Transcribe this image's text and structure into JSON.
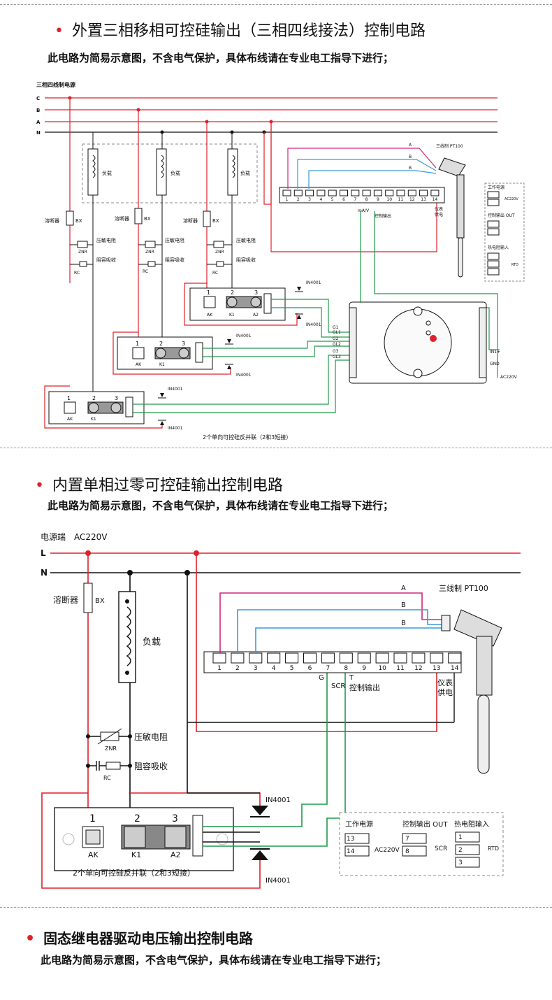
{
  "sections": [
    {
      "title": "外置三相移相可控硅输出（三相四线接法）控制电路",
      "note": "此电路为简易示意图，不含电气保护，具体布线请在专业电工指导下进行；"
    },
    {
      "title": "内置单相过零可控硅输出控制电路",
      "note": "此电路为简易示意图，不含电气保护，具体布线请在专业电工指导下进行；"
    },
    {
      "title": "固态继电器驱动电压输出控制电路",
      "note": "此电路为简易示意图，不含电气保护，具体布线请在专业电工指导下进行；"
    }
  ],
  "d1": {
    "source": "三相四线制电源",
    "lines": [
      "C",
      "B",
      "A",
      "N"
    ],
    "load": "负载",
    "fuse": "溶断器",
    "bx": "BX",
    "varistor": "压敏电阻",
    "znr": "ZNR",
    "rc_absorb": "阻容吸收",
    "rc": "RC",
    "diode": "IN4001",
    "ak": "AK",
    "k1": "K1",
    "a2": "A2",
    "g1": "G1",
    "gl1": "GL1",
    "g2": "G2",
    "gl2": "GL2",
    "g3": "G3",
    "gl3": "GL3",
    "pt100": "三线制 PT100",
    "term_labels": [
      "1",
      "2",
      "3",
      "4",
      "5",
      "6",
      "7",
      "8",
      "9",
      "10",
      "11",
      "12",
      "13",
      "14"
    ],
    "mav": "mA/V",
    "ctrl_out": "控制输出",
    "inst_power": "仪表供电",
    "work_power": "工作电源",
    "ac220": "AC220V",
    "ctrl_out_box": "控制输出 OUT",
    "rtd_in": "热电阻输入",
    "rtd": "RTD",
    "in1": "IN1+",
    "gnd": "GND",
    "caption": "2个单向可控硅反并联（2和3短接）"
  },
  "d2": {
    "source": "电源端　AC220V",
    "lines": [
      "L",
      "N"
    ],
    "fuse": "溶断器",
    "bx": "BX",
    "load": "负载",
    "varistor": "压敏电阻",
    "znr": "ZNR",
    "rc_absorb": "阻容吸收",
    "rc": "RC",
    "diode": "IN4001",
    "pt100": "三线制 PT100",
    "g": "G",
    "scr": "SCR",
    "t": "T",
    "ctrl_out": "控制输出",
    "inst_power": "仪表供电",
    "ak": "AK",
    "k1": "K1",
    "a2": "A2",
    "caption": "2个单向可控硅反并联（2和3短接）",
    "work_power": "工作电源",
    "ctrl_out_box": "控制输出 OUT",
    "rtd_in": "热电阻输入",
    "ac220": "AC220V",
    "rtd": "RTD"
  },
  "colors": {
    "red": "#e0202a",
    "magenta": "#d0287a",
    "blue": "#3a9ad6",
    "green": "#1f9a4a",
    "black": "#111111"
  }
}
